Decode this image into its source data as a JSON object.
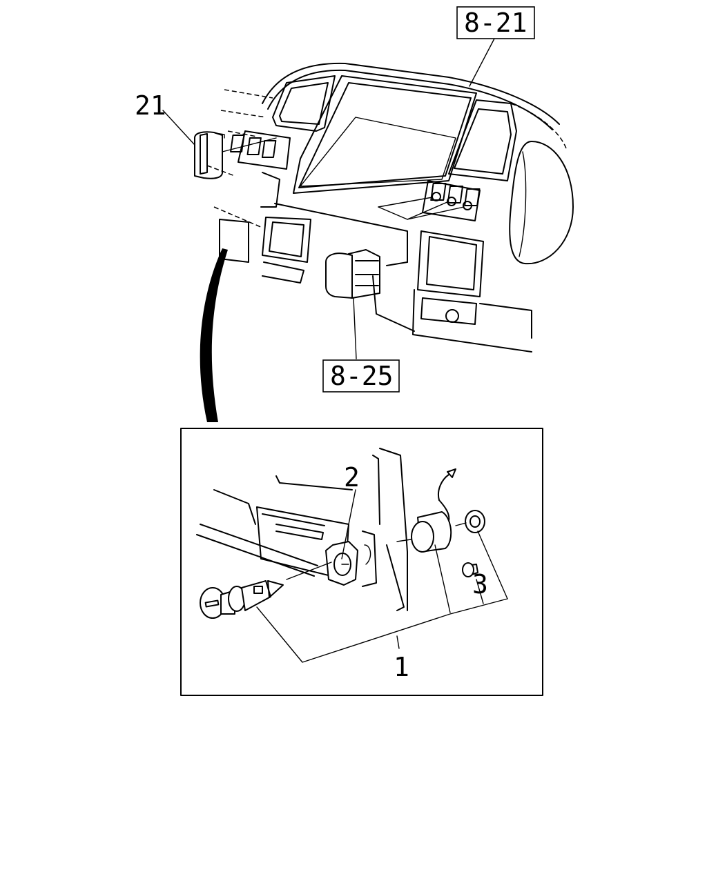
{
  "callouts": {
    "ref_dashboard": "8-21",
    "ref_switch": "8-25",
    "part_21": "21",
    "part_1": "1",
    "part_2": "2",
    "part_3": "3"
  }
}
